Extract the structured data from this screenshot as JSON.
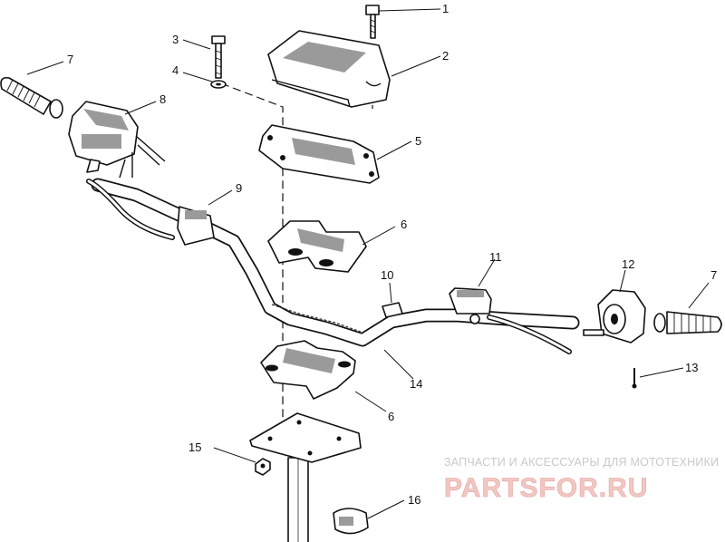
{
  "diagram": {
    "callouts": [
      {
        "id": "1",
        "label": "1"
      },
      {
        "id": "2",
        "label": "2"
      },
      {
        "id": "3",
        "label": "3"
      },
      {
        "id": "4",
        "label": "4"
      },
      {
        "id": "5",
        "label": "5"
      },
      {
        "id": "6a",
        "label": "6"
      },
      {
        "id": "6b",
        "label": "6"
      },
      {
        "id": "7a",
        "label": "7"
      },
      {
        "id": "7b",
        "label": "7"
      },
      {
        "id": "8",
        "label": "8"
      },
      {
        "id": "9",
        "label": "9"
      },
      {
        "id": "10",
        "label": "10"
      },
      {
        "id": "11",
        "label": "11"
      },
      {
        "id": "12",
        "label": "12"
      },
      {
        "id": "13",
        "label": "13"
      },
      {
        "id": "14",
        "label": "14"
      },
      {
        "id": "15",
        "label": "15"
      },
      {
        "id": "16",
        "label": "16"
      }
    ]
  },
  "watermark": {
    "tagline": "ЗАПЧАСТИ И АКСЕССУАРЫ ДЛЯ МОТОТЕХНИКИ",
    "logo": "PARTSFOR.RU"
  }
}
